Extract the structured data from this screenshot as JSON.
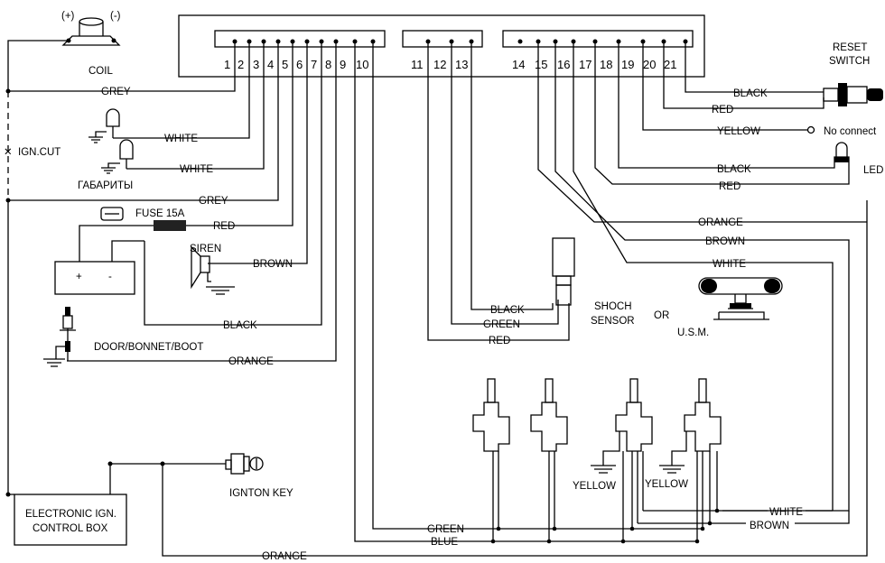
{
  "components": {
    "coil": "COIL",
    "coil_plus": "(+)",
    "coil_minus": "(-)",
    "ign_cut": "IGN.CUT",
    "gabarity": "ГАБАРИТЫ",
    "fuse": "FUSE 15A",
    "siren": "SIREN",
    "door": "DOOR/BONNET/BOOT",
    "ignition_key": "IGNTON KEY",
    "ecu_line1": "ELECTRONIC IGN.",
    "ecu_line2": "CONTROL BOX",
    "reset_line1": "RESET",
    "reset_line2": "SWITCH",
    "no_connect": "No connect",
    "led": "LED",
    "shock_line1": "SHOCH",
    "shock_line2": "SENSOR",
    "or": "OR",
    "usm": "U.S.M.",
    "battery_plus": "+",
    "battery_minus": "-"
  },
  "pins": [
    "1",
    "2",
    "3",
    "4",
    "5",
    "6",
    "7",
    "8",
    "9",
    "10",
    "11",
    "12",
    "13",
    "14",
    "15",
    "16",
    "17",
    "18",
    "19",
    "20",
    "21"
  ],
  "wires": {
    "p2": "GREY",
    "p3": "WHITE",
    "p4": "WHITE",
    "p5": "GREY",
    "p6": "RED",
    "p7": "BROWN",
    "p8": "BLACK",
    "p9": "ORANGE",
    "p11": "RED",
    "p12": "GREEN",
    "p13": "BLACK",
    "p15": "ORANGE",
    "p16": "BROWN",
    "p17": "WHITE",
    "p18": "RED",
    "p19": "BLACK",
    "p20": "YELLOW",
    "p21_red": "RED",
    "p21_black": "BLACK",
    "lock_yellow_1": "YELLOW",
    "lock_yellow_2": "YELLOW",
    "lock_white": "WHITE",
    "lock_brown": "BROWN",
    "green": "GREEN",
    "blue": "BLUE",
    "orange_bottom": "ORANGE"
  }
}
